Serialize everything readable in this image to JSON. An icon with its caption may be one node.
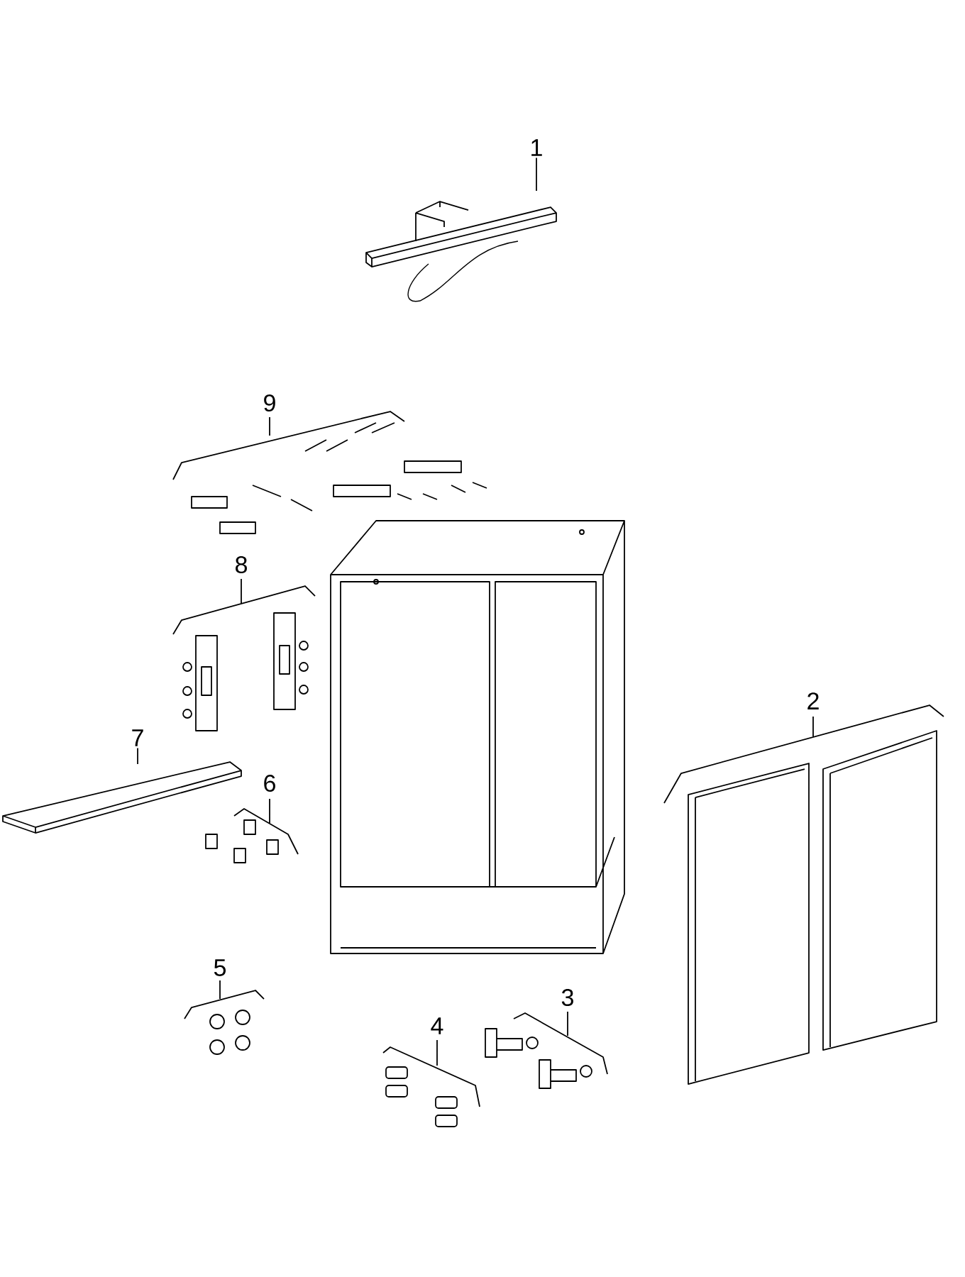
{
  "diagram": {
    "nodes": [
      {
        "text": [
          "1"
        ]
      },
      {
        "text": [],
        "shape": "picture"
      },
      {
        "text": [
          "7"
        ]
      },
      {
        "text": [],
        "shape": "picture"
      }
    ],
    "edges": [
      {
        "from": 0,
        "to": 1,
        "arrow": "none"
      },
      {
        "from": 2,
        "to": 3,
        "arrow": "none"
      }
    ],
    "labels": [
      "9",
      "8",
      "2",
      "6",
      "5",
      "3",
      "4"
    ]
  }
}
